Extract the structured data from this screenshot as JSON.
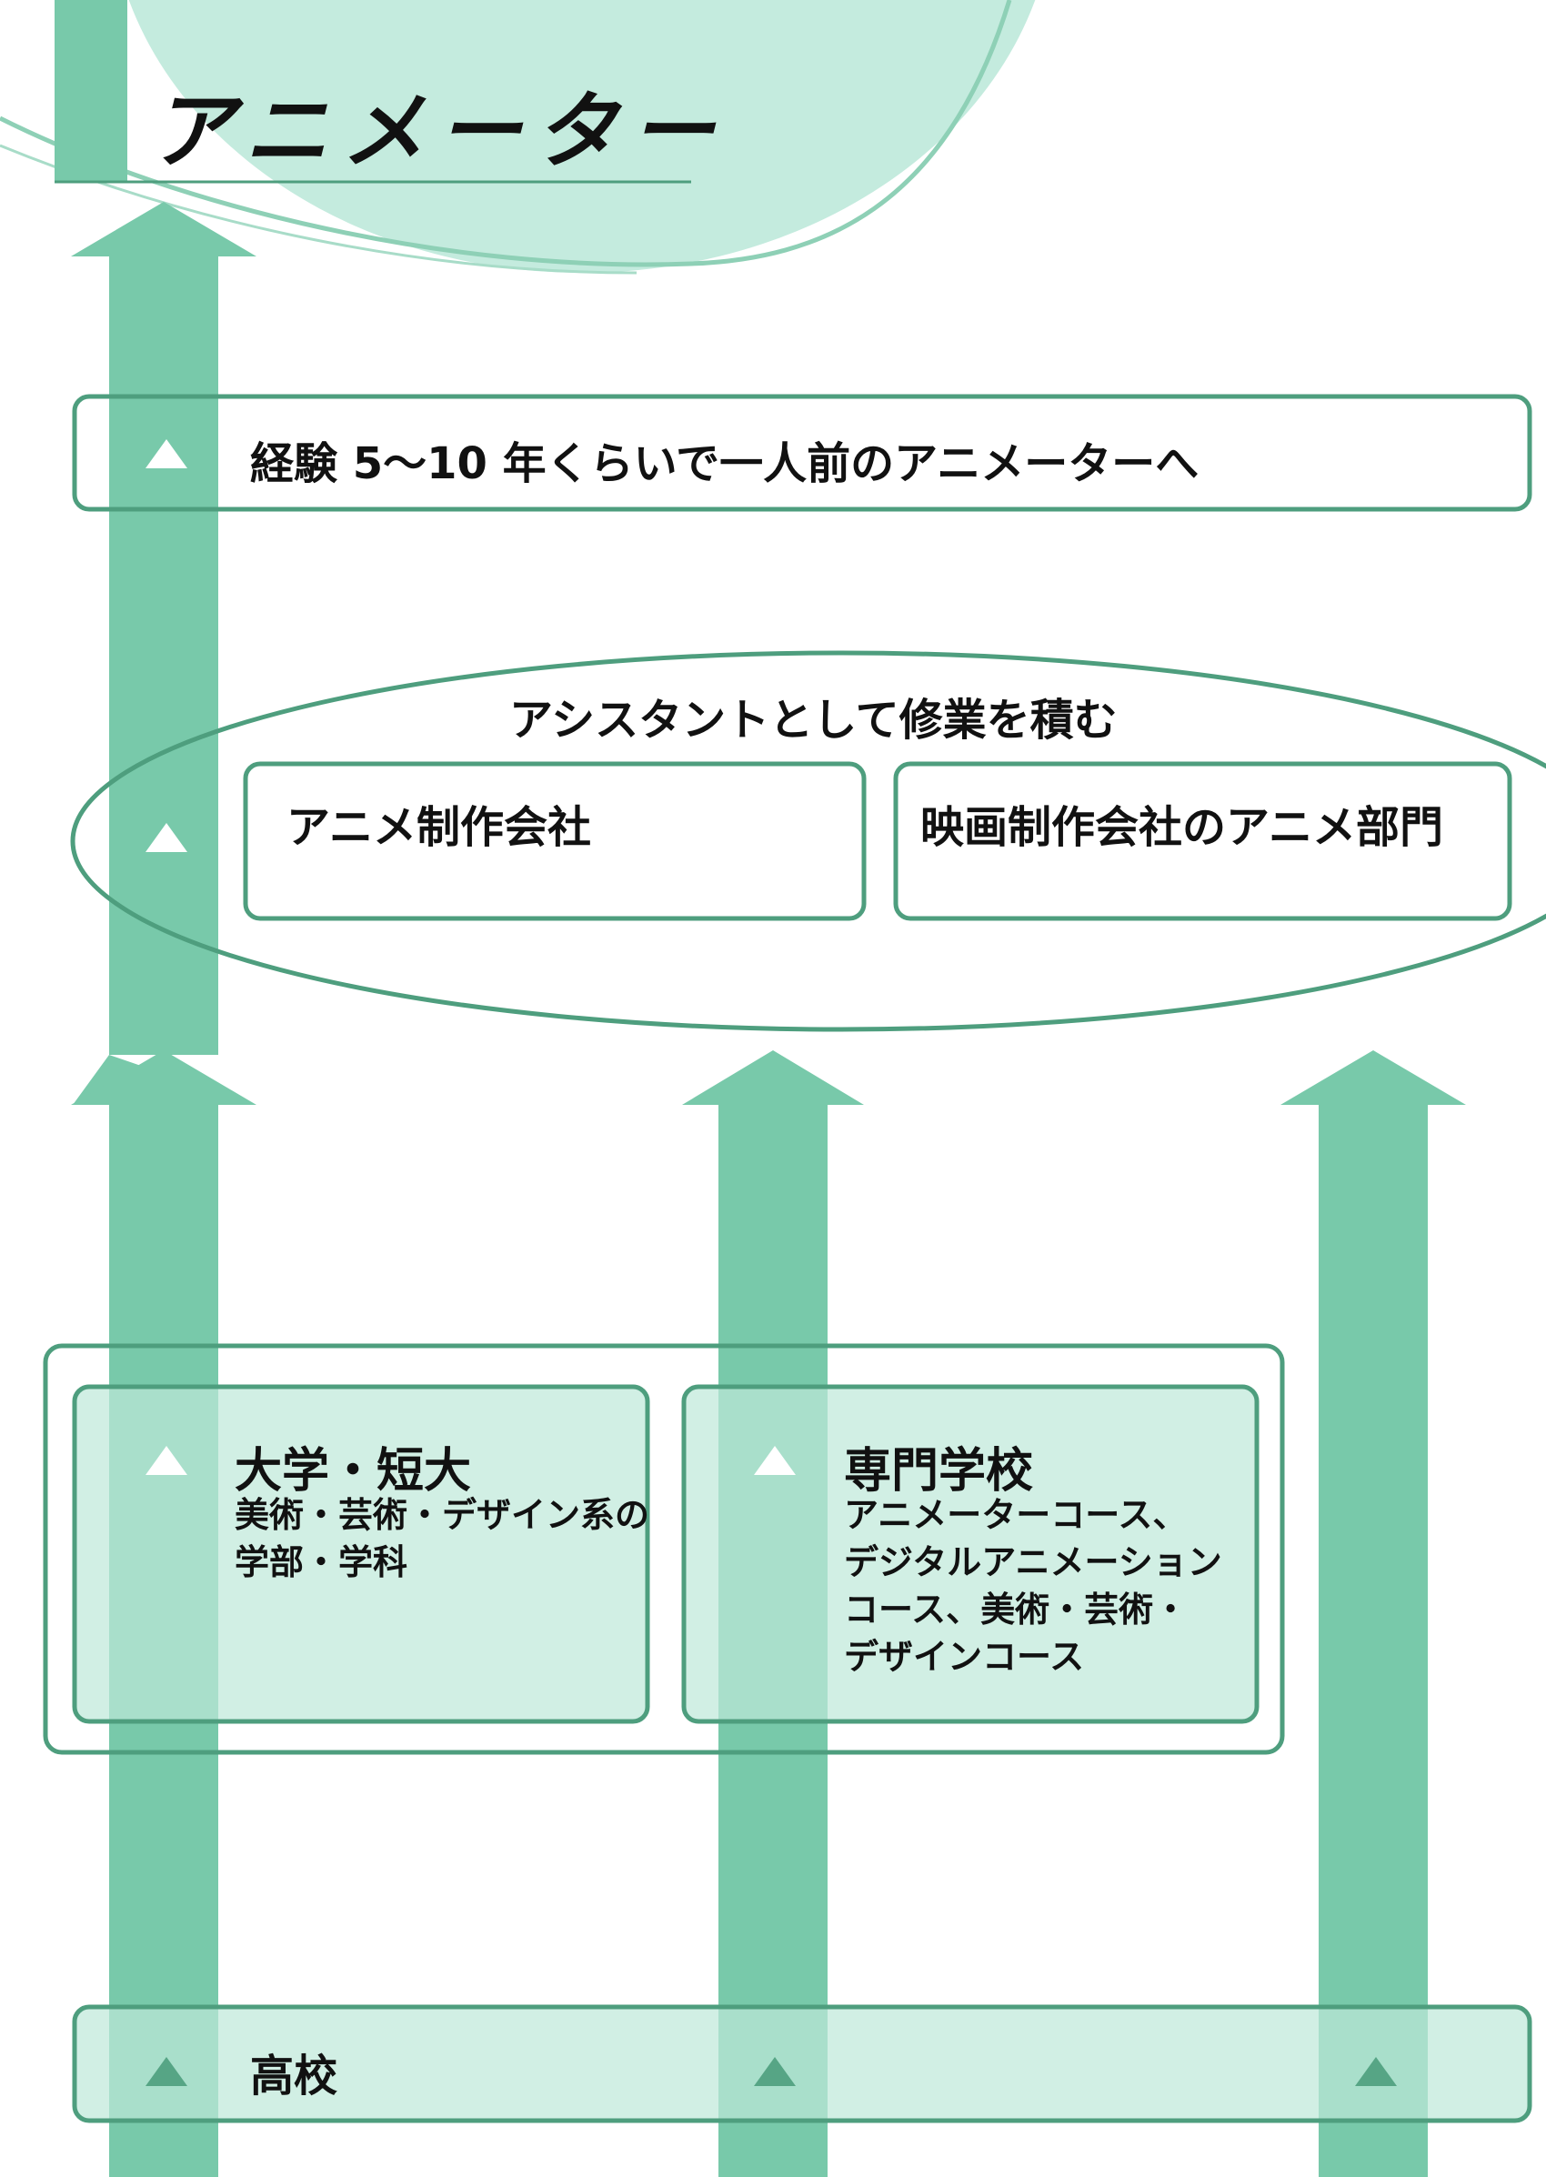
{
  "title": "アニメーター",
  "steps": {
    "experience": "経験 5～10 年くらいで一人前のアニメーターへ",
    "assistant": {
      "heading": "アシスタントとして修業を積む",
      "options": [
        "アニメ制作会社",
        "映画制作会社のアニメ部門"
      ]
    },
    "schools": [
      {
        "name": "大学・短大",
        "detail_lines": [
          "美術・芸術・デザイン系の",
          "学部・学科"
        ]
      },
      {
        "name": "専門学校",
        "detail_lines": [
          "アニメーターコース、",
          "デジタルアニメーション",
          "コース、美術・芸術・",
          "デザインコース"
        ]
      }
    ],
    "start": "高校"
  },
  "colors": {
    "arrow": "#78c9aa",
    "light_fill": "#bde8d8",
    "border": "#4e9e7e",
    "header_circle": "#c4ebde",
    "marker": "#ffffff",
    "marker_dark": "#56a585"
  }
}
